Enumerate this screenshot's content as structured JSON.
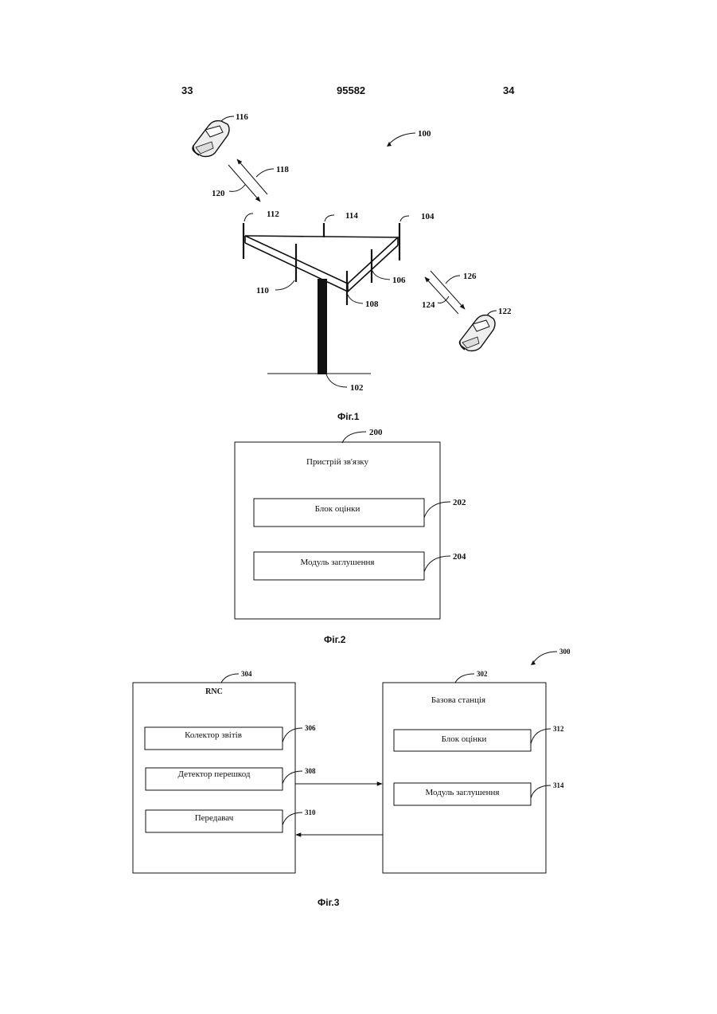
{
  "header": {
    "left_page": "33",
    "patent_number": "95582",
    "right_page": "34"
  },
  "fig1": {
    "caption": "Фіг.1",
    "refs": {
      "system": "100",
      "tower": "102",
      "sector_104": "104",
      "antenna_106": "106",
      "antenna_108": "108",
      "antenna_110": "110",
      "antenna_112": "112",
      "antenna_114": "114",
      "mobile_116": "116",
      "link_118": "118",
      "link_120": "120",
      "mobile_122": "122",
      "link_124": "124",
      "link_126": "126"
    }
  },
  "fig2": {
    "caption": "Фіг.2",
    "device_ref": "200",
    "device_title": "Пристрій зв'язку",
    "blocks": [
      {
        "label": "Блок оцінки",
        "ref": "202"
      },
      {
        "label": "Модуль заглушення",
        "ref": "204"
      }
    ]
  },
  "fig3": {
    "caption": "Фіг.3",
    "system_ref": "300",
    "rnc": {
      "ref": "304",
      "title": "RNC",
      "blocks": [
        {
          "label": "Колектор звітів",
          "ref": "306"
        },
        {
          "label": "Детектор перешкод",
          "ref": "308"
        },
        {
          "label": "Передавач",
          "ref": "310"
        }
      ]
    },
    "base_station": {
      "ref": "302",
      "title": "Базова станція",
      "blocks": [
        {
          "label": "Блок оцінки",
          "ref": "312"
        },
        {
          "label": "Модуль заглушення",
          "ref": "314"
        }
      ]
    }
  }
}
